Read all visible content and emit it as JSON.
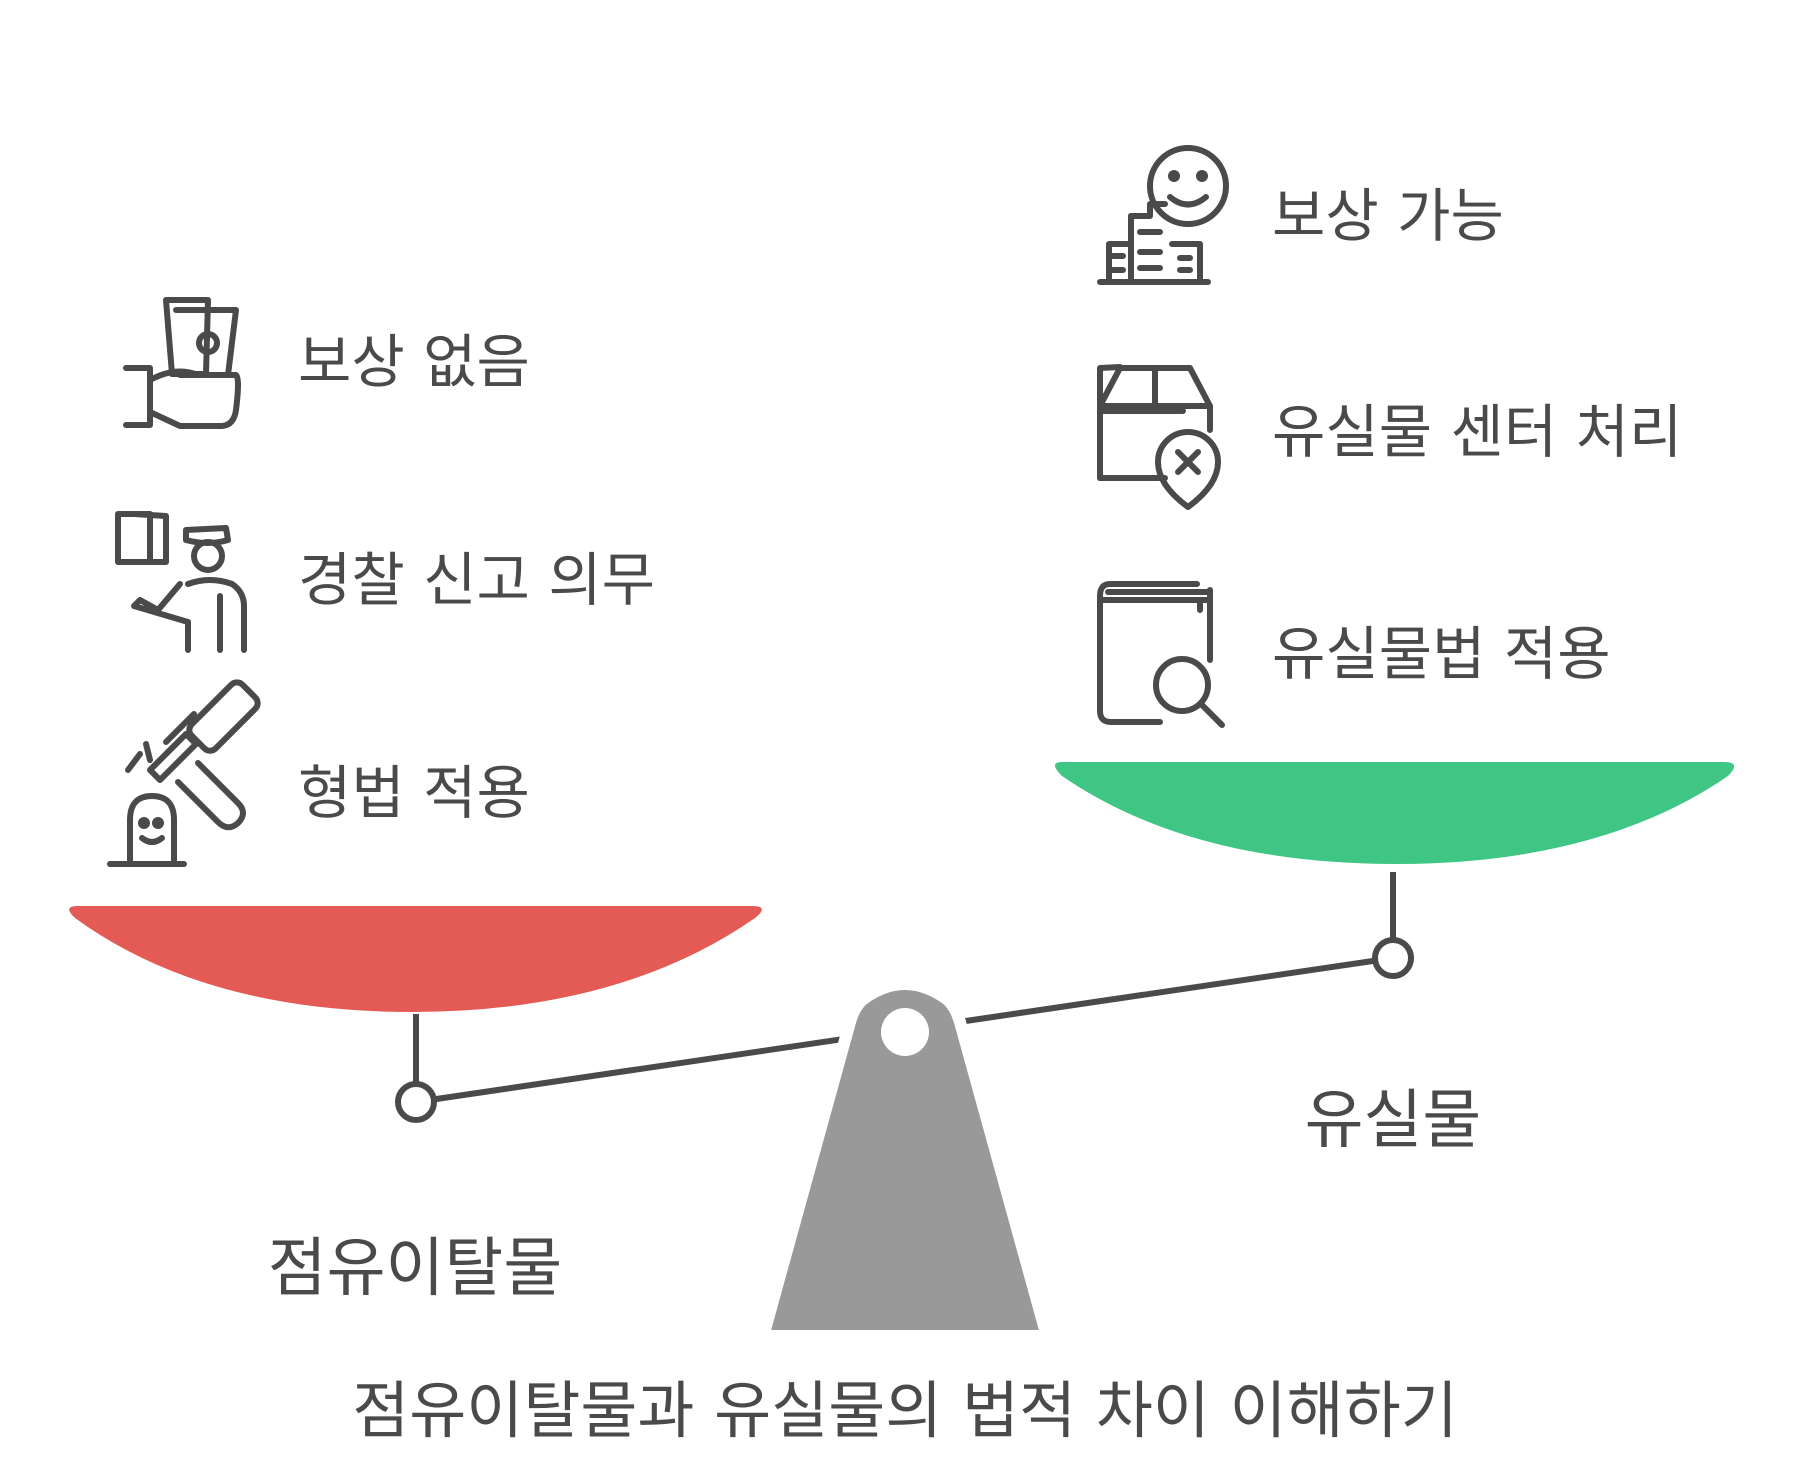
{
  "caption": "점유이탈물과 유실물의 법적 차이 이해하기",
  "colors": {
    "left_pan": "#e45a55",
    "right_pan": "#3fc584",
    "fulcrum": "#999999",
    "line": "#4a4a4a",
    "text": "#4a4a4a"
  },
  "left": {
    "label": "점유이탈물",
    "items": [
      {
        "text": "보상 없음",
        "icon": "hand-money-icon"
      },
      {
        "text": "경찰 신고 의무",
        "icon": "police-officer-icon"
      },
      {
        "text": "형법 적용",
        "icon": "gavel-icon"
      }
    ]
  },
  "right": {
    "label": "유실물",
    "items": [
      {
        "text": "보상 가능",
        "icon": "smiley-building-icon"
      },
      {
        "text": "유실물 센터 처리",
        "icon": "package-location-icon"
      },
      {
        "text": "유실물법 적용",
        "icon": "book-search-icon"
      }
    ]
  }
}
